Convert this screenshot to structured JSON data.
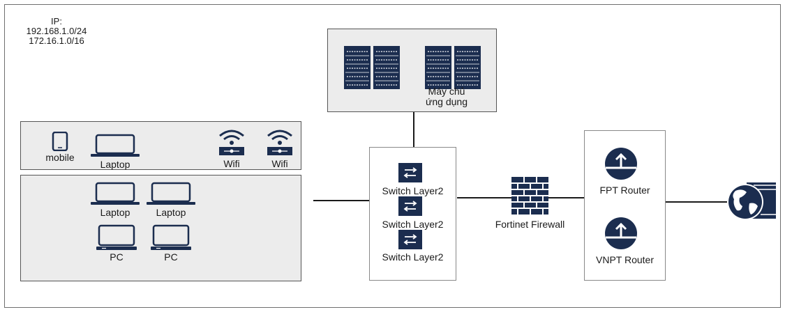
{
  "ip_block": {
    "title": "IP:",
    "subnet_1": "192.168.1.0/24",
    "subnet_2": "172.16.1.0/16"
  },
  "server": {
    "label_line1": "Máy chủ",
    "label_line2": "ứng dụng"
  },
  "wireless_zone": {
    "mobile_label": "mobile",
    "laptop_label": "Laptop",
    "wifi_1_label": "Wifi",
    "wifi_2_label": "Wifi"
  },
  "wired_zone": {
    "laptop_1_label": "Laptop",
    "laptop_2_label": "Laptop",
    "pc_1_label": "PC",
    "pc_2_label": "PC"
  },
  "switches": {
    "switch_1_label": "Switch Layer2",
    "switch_2_label": "Switch Layer2",
    "switch_3_label": "Switch Layer2"
  },
  "firewall": {
    "label": "Fortinet Firewall"
  },
  "routers": {
    "fpt_label": "FPT Router",
    "vnpt_label": "VNPT Router"
  },
  "colors": {
    "icon_navy": "#1b2d4f",
    "zone_grey": "#ececec",
    "line": "#1a1a1a"
  }
}
